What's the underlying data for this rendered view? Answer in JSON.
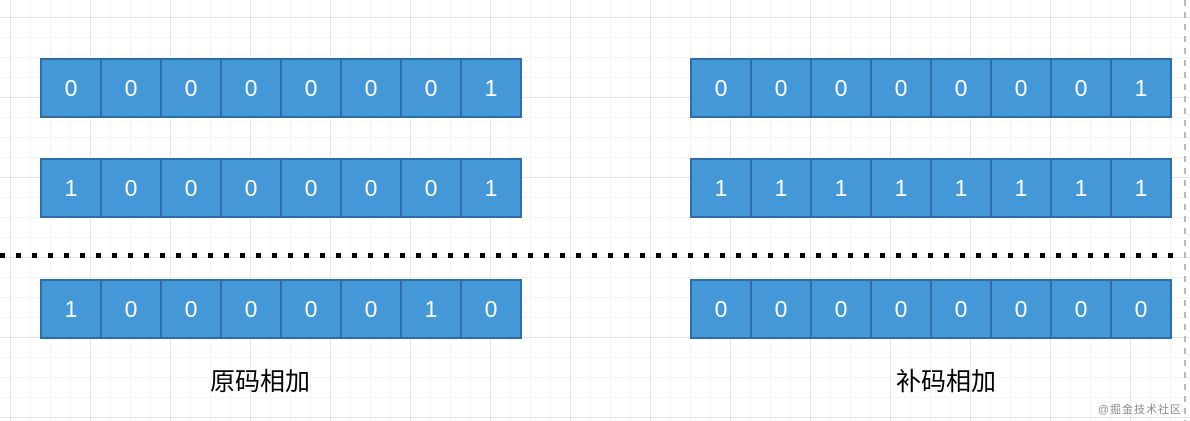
{
  "left": {
    "label": "原码相加",
    "rows": [
      [
        "0",
        "0",
        "0",
        "0",
        "0",
        "0",
        "0",
        "1"
      ],
      [
        "1",
        "0",
        "0",
        "0",
        "0",
        "0",
        "0",
        "1"
      ],
      [
        "1",
        "0",
        "0",
        "0",
        "0",
        "0",
        "1",
        "0"
      ]
    ]
  },
  "right": {
    "label": "补码相加",
    "rows": [
      [
        "0",
        "0",
        "0",
        "0",
        "0",
        "0",
        "0",
        "1"
      ],
      [
        "1",
        "1",
        "1",
        "1",
        "1",
        "1",
        "1",
        "1"
      ],
      [
        "0",
        "0",
        "0",
        "0",
        "0",
        "0",
        "0",
        "0"
      ]
    ]
  },
  "watermark": "@掘金技术社区",
  "colors": {
    "cell_fill": "#4598d7",
    "cell_border": "#2d6da8",
    "digit": "#ffffff",
    "separator": "#000000",
    "page_boundary": "#b9b9b9",
    "label": "#000000",
    "watermark": "#8c8c8c"
  }
}
